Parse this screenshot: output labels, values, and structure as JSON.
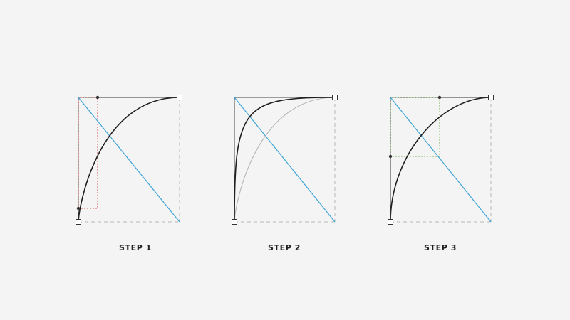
{
  "steps": [
    {
      "label": "STEP 1"
    },
    {
      "label": "STEP 2"
    },
    {
      "label": "STEP 3"
    }
  ],
  "colors": {
    "background": "#f4f4f4",
    "curve": "#1f1f1f",
    "reference_curve": "#b4b4b4",
    "diagonal": "#3aa3d6",
    "frame_dashed": "#b9b9b9",
    "step1_handle_box": "#d9534f",
    "step3_handle_box": "#7ab25a",
    "control_point": "#333333",
    "anchor_fill": "#ffffff",
    "anchor_stroke": "#333333"
  }
}
